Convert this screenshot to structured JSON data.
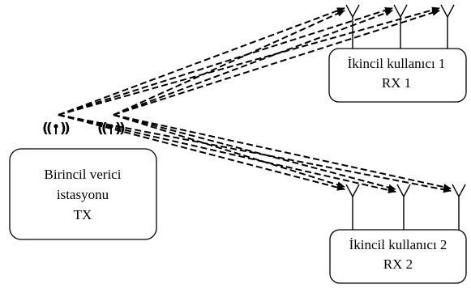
{
  "transmitter": {
    "lines": [
      "Birincil verici",
      "istasyonu",
      "TX"
    ],
    "icon": "radio-wave-icon"
  },
  "receivers": [
    {
      "lines": [
        "İkincil kullanıcı 1",
        "RX 1"
      ],
      "icon": "antenna-icon"
    },
    {
      "lines": [
        "İkincil kullanıcı 2",
        "RX 2"
      ],
      "icon": "antenna-icon"
    }
  ],
  "links": {
    "style": "dashed-arrow",
    "color": "#000000"
  }
}
